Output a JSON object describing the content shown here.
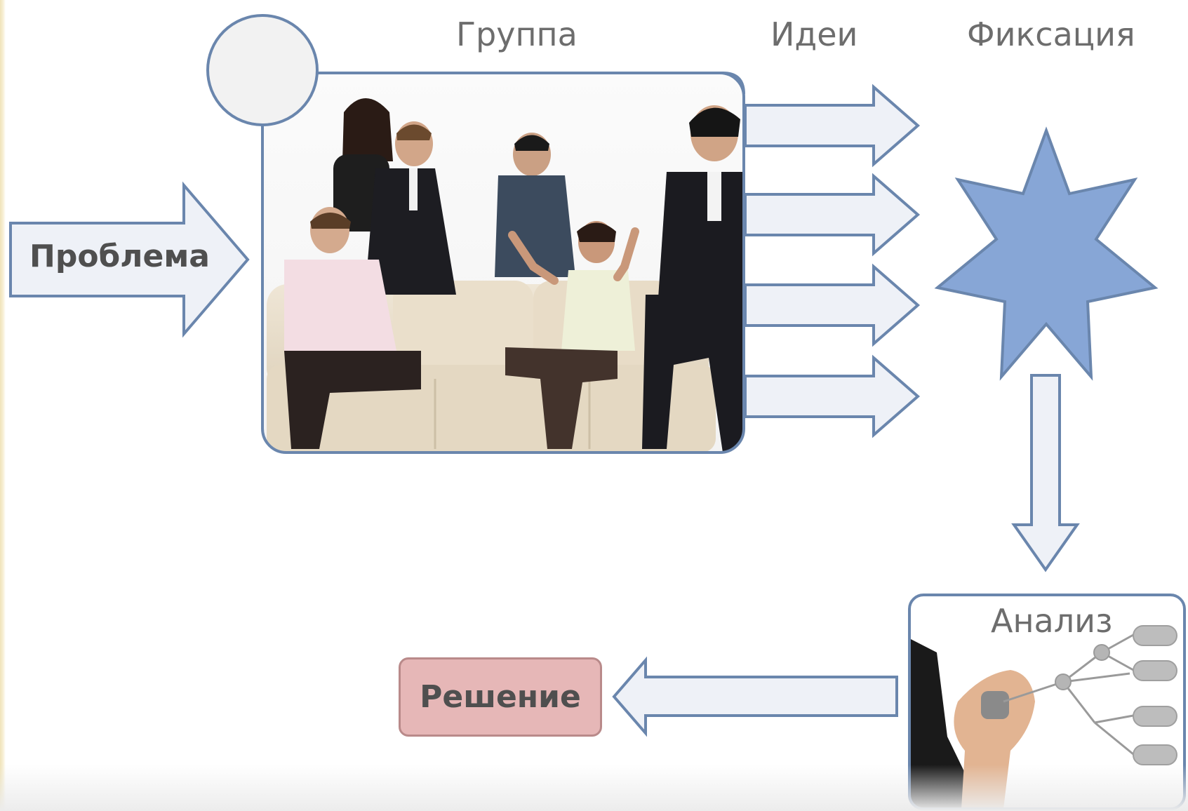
{
  "labels": {
    "group": "Группа",
    "ideas": "Идеи",
    "fixation": "Фиксация",
    "problem": "Проблема",
    "analysis": "Анализ",
    "solution": "Решение"
  },
  "colors": {
    "outline": "#6a86ad",
    "arrow_fill": "#eef1f7",
    "star_fill": "#87a6d6",
    "solution_fill": "#e6b7b7",
    "text": "#5a5a5a"
  },
  "images": {
    "group_photo": "people-on-sofa-illustration",
    "analysis_image": "hand-drawing-tree-diagram-illustration"
  }
}
